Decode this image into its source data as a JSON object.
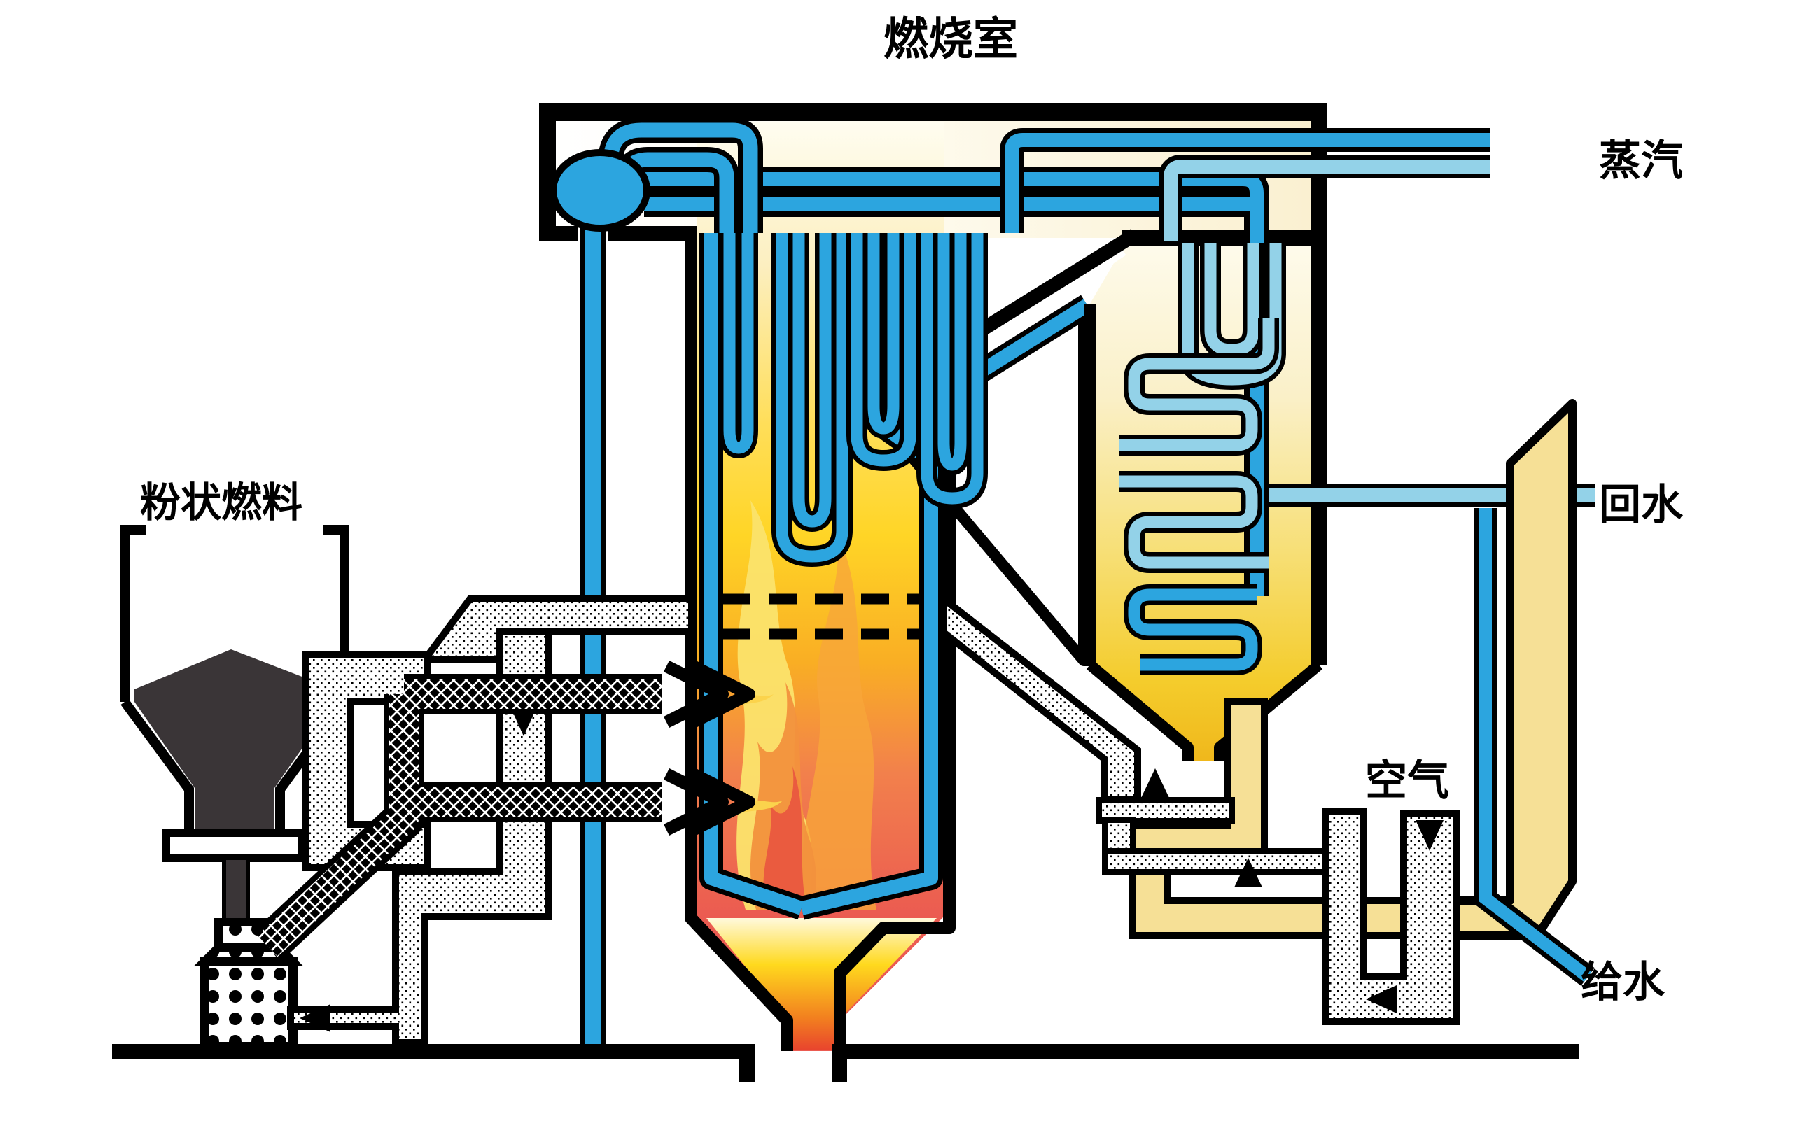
{
  "title": {
    "text": "燃烧室"
  },
  "labels": {
    "steam": "蒸汽",
    "return_water": "回水",
    "air": "空气",
    "feed_water": "给水",
    "powdered_fuel": "粉状燃料"
  },
  "colors": {
    "pipe_blue": "#2CA5DF",
    "pipe_light_blue": "#93D2E8",
    "pipe_cream": "#F6E096",
    "outline_black": "#000000",
    "fuel_dark": "#3A3537",
    "furnace_top": "#FFFDF0",
    "furnace_yellow": "#FFD526",
    "furnace_orange": "#F9AE24",
    "furnace_red": "#EB5B51"
  },
  "flow_arrows": [
    {
      "name": "primary-air-down",
      "direction": "down"
    },
    {
      "name": "mill-air-left",
      "direction": "left"
    },
    {
      "name": "overfire-air-up",
      "direction": "up"
    },
    {
      "name": "airheater-air-up",
      "direction": "up"
    },
    {
      "name": "air-inlet-down",
      "direction": "down"
    },
    {
      "name": "airheater-air-left",
      "direction": "left"
    }
  ]
}
